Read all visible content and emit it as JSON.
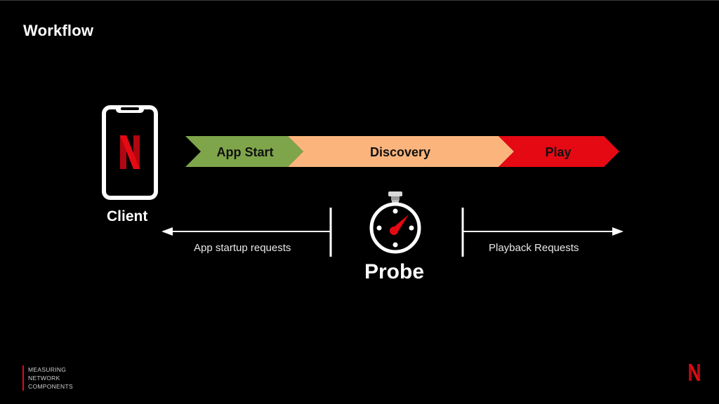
{
  "slide": {
    "title": "Workflow"
  },
  "stages": [
    {
      "label": "App Start",
      "color": "#7fa54a"
    },
    {
      "label": "Discovery",
      "color": "#fbb57c"
    },
    {
      "label": "Play",
      "color": "#e50914"
    }
  ],
  "client": {
    "label": "Client",
    "icon": "phone-with-netflix-logo"
  },
  "probe": {
    "label": "Probe",
    "icon": "stopwatch-icon"
  },
  "arrows": {
    "left_label": "App startup requests",
    "right_label": "Playback Requests"
  },
  "footer": {
    "lines": [
      "MEASURING",
      "NETWORK",
      "COMPONENTS"
    ]
  },
  "colors": {
    "background": "#000000",
    "brand_red": "#e50914",
    "text": "#ffffff"
  }
}
